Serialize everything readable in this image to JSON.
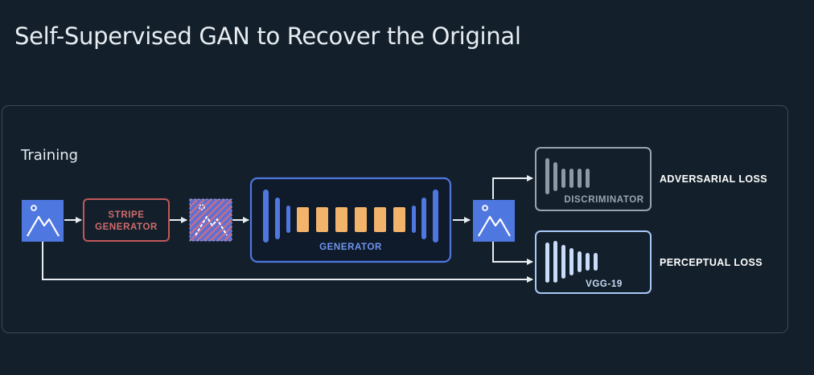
{
  "title": "Self-Supervised GAN to Recover the Original",
  "section_label": "Training",
  "boxes": {
    "stripe_generator": [
      "STRIPE",
      "GENERATOR"
    ],
    "generator": "GENERATOR",
    "discriminator": "DISCRIMINATOR",
    "vgg": "VGG-19"
  },
  "losses": {
    "adversarial": "ADVERSARIAL LOSS",
    "perceptual": "PERCEPTUAL LOSS"
  },
  "colors": {
    "background": "#13202b",
    "blue_accent": "#4f77e0",
    "orange_accent": "#f2b36b",
    "stripe_red": "#c0585a",
    "gray_box": "#9aa4ae",
    "light_blue_box": "#a9c8f5",
    "arrow": "#e8edf2"
  },
  "icons": [
    "image-icon",
    "striped-image-icon",
    "generated-image-icon"
  ]
}
